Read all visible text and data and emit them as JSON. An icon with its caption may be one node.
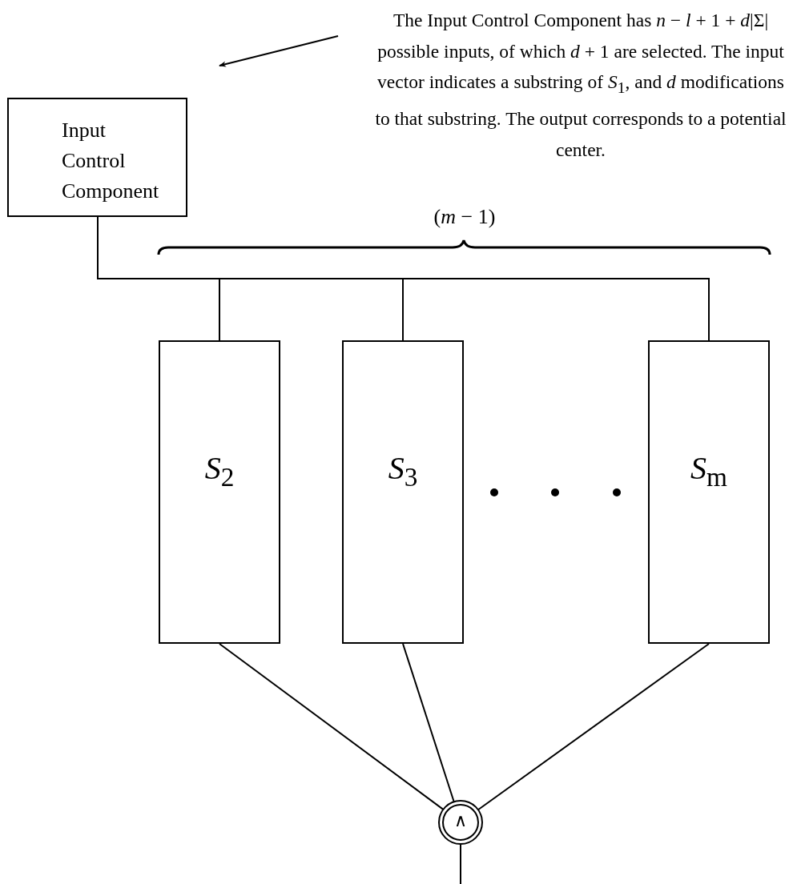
{
  "diagram": {
    "nodes": [
      {
        "text": [
          "Input Control Component"
        ]
      },
      {
        "text": [
          "The Input Control Component has *n* − *l* + 1 + *d*|Σ| possible inputs, of which *d* + 1 are selected. The input vector indicates a substring of *S*$_{1}$, and *d* modifications to that substring. The output corresponds to a potential center."
        ]
      },
      {
        "text": [
          "*S*$_{2}$"
        ]
      },
      {
        "text": [
          "*S*$_{3}$"
        ]
      },
      {
        "text": [
          "*S*$_{m}$"
        ]
      },
      {
        "text": [
          "∧"
        ]
      }
    ],
    "edges": [
      {
        "from": 1,
        "to": null,
        "arrow": "to"
      },
      {
        "from": 0,
        "to": 2,
        "arrow": "none"
      },
      {
        "from": 0,
        "to": 3,
        "arrow": "none"
      },
      {
        "from": 0,
        "to": 4,
        "arrow": "none"
      },
      {
        "from": 2,
        "to": 5,
        "arrow": "none"
      },
      {
        "from": 3,
        "to": 5,
        "arrow": "none"
      },
      {
        "from": 4,
        "to": 5,
        "arrow": "none"
      },
      {
        "from": 5,
        "to": null,
        "arrow": "none"
      }
    ],
    "labels": [
      "(*m* − 1)"
    ]
  }
}
